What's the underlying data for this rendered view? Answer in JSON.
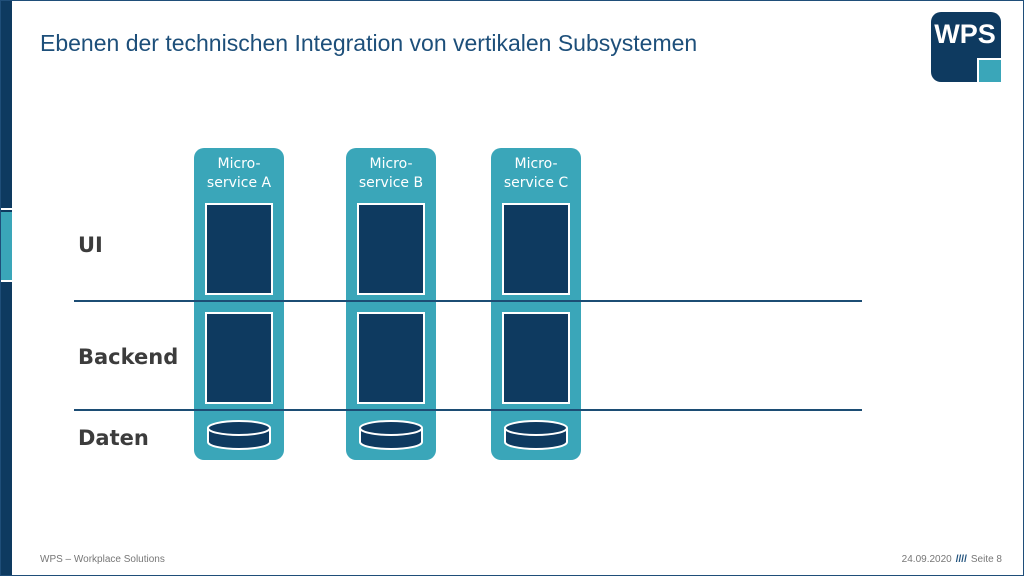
{
  "slide": {
    "title": "Ebenen der technischen Integration von vertikalen Subsystemen"
  },
  "logo": {
    "text": "WPS",
    "color": "#0e3a60",
    "accent": "#3aa6b9"
  },
  "layers": [
    {
      "label": "UI"
    },
    {
      "label": "Backend"
    },
    {
      "label": "Daten"
    }
  ],
  "microservices": [
    {
      "line1": "Micro-",
      "line2": "service A"
    },
    {
      "line1": "Micro-",
      "line2": "service B"
    },
    {
      "line1": "Micro-",
      "line2": "service C"
    }
  ],
  "footer": {
    "company": "WPS – Workplace Solutions",
    "date": "24.09.2020",
    "separator": "////",
    "page": "Seite 8"
  },
  "colors": {
    "dark_blue": "#0e3a60",
    "teal": "#3aa6b9",
    "title_blue": "#1d4f7a"
  }
}
